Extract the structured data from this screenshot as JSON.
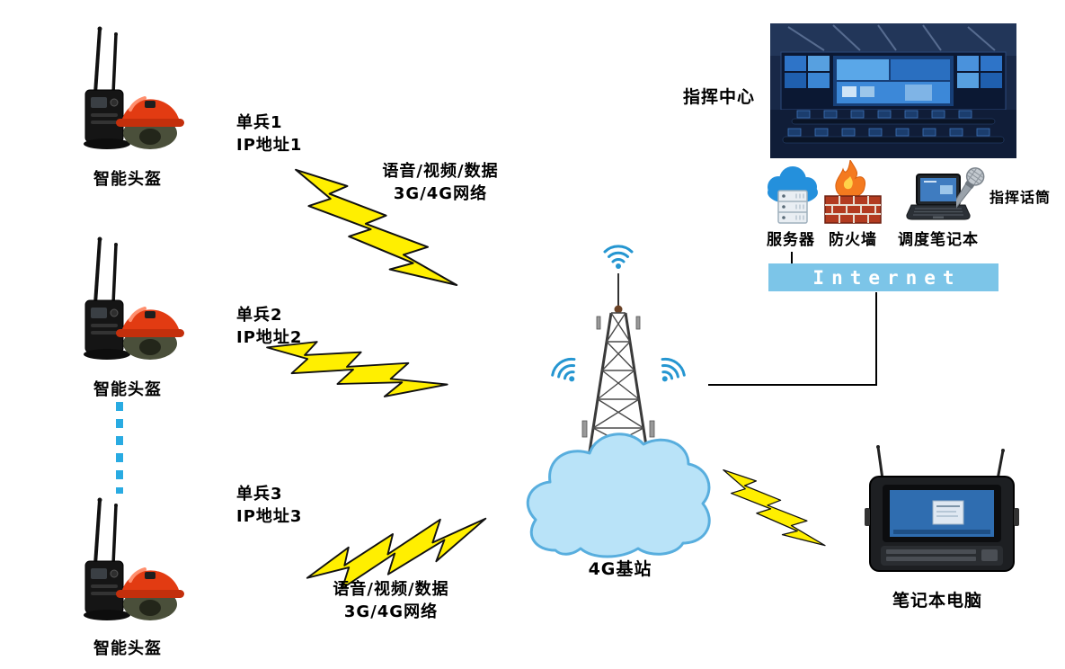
{
  "colors": {
    "bolt_fill": "#ffef00",
    "bolt_stroke": "#111111",
    "internet_bar_bg": "#7cc5e8",
    "internet_text": "#ffffff",
    "dotted_line": "#29abe2",
    "helmet_red": "#e23b12",
    "cloud_fill": "#b9e3f8",
    "cloud_stroke": "#58aede",
    "wifi_blue": "#2596d1"
  },
  "soldiers": [
    {
      "name": "单兵1",
      "ip": "IP地址1",
      "helmet": "智能头盔"
    },
    {
      "name": "单兵2",
      "ip": "IP地址2",
      "helmet": "智能头盔"
    },
    {
      "name": "单兵3",
      "ip": "IP地址3",
      "helmet": "智能头盔"
    }
  ],
  "links": {
    "top": {
      "line1": "语音/视频/数据",
      "line2": "3G/4G网络"
    },
    "bottom": {
      "line1": "语音/视频/数据",
      "line2": "3G/4G网络"
    }
  },
  "base_station": {
    "label": "4G基站"
  },
  "command_center": {
    "label": "指挥中心"
  },
  "equipment": {
    "server": "服务器",
    "firewall": "防火墙",
    "dispatch_laptop": "调度笔记本",
    "mic": "指挥话筒"
  },
  "internet": {
    "label": "Internet"
  },
  "field_laptop": {
    "label": "笔记本电脑"
  }
}
